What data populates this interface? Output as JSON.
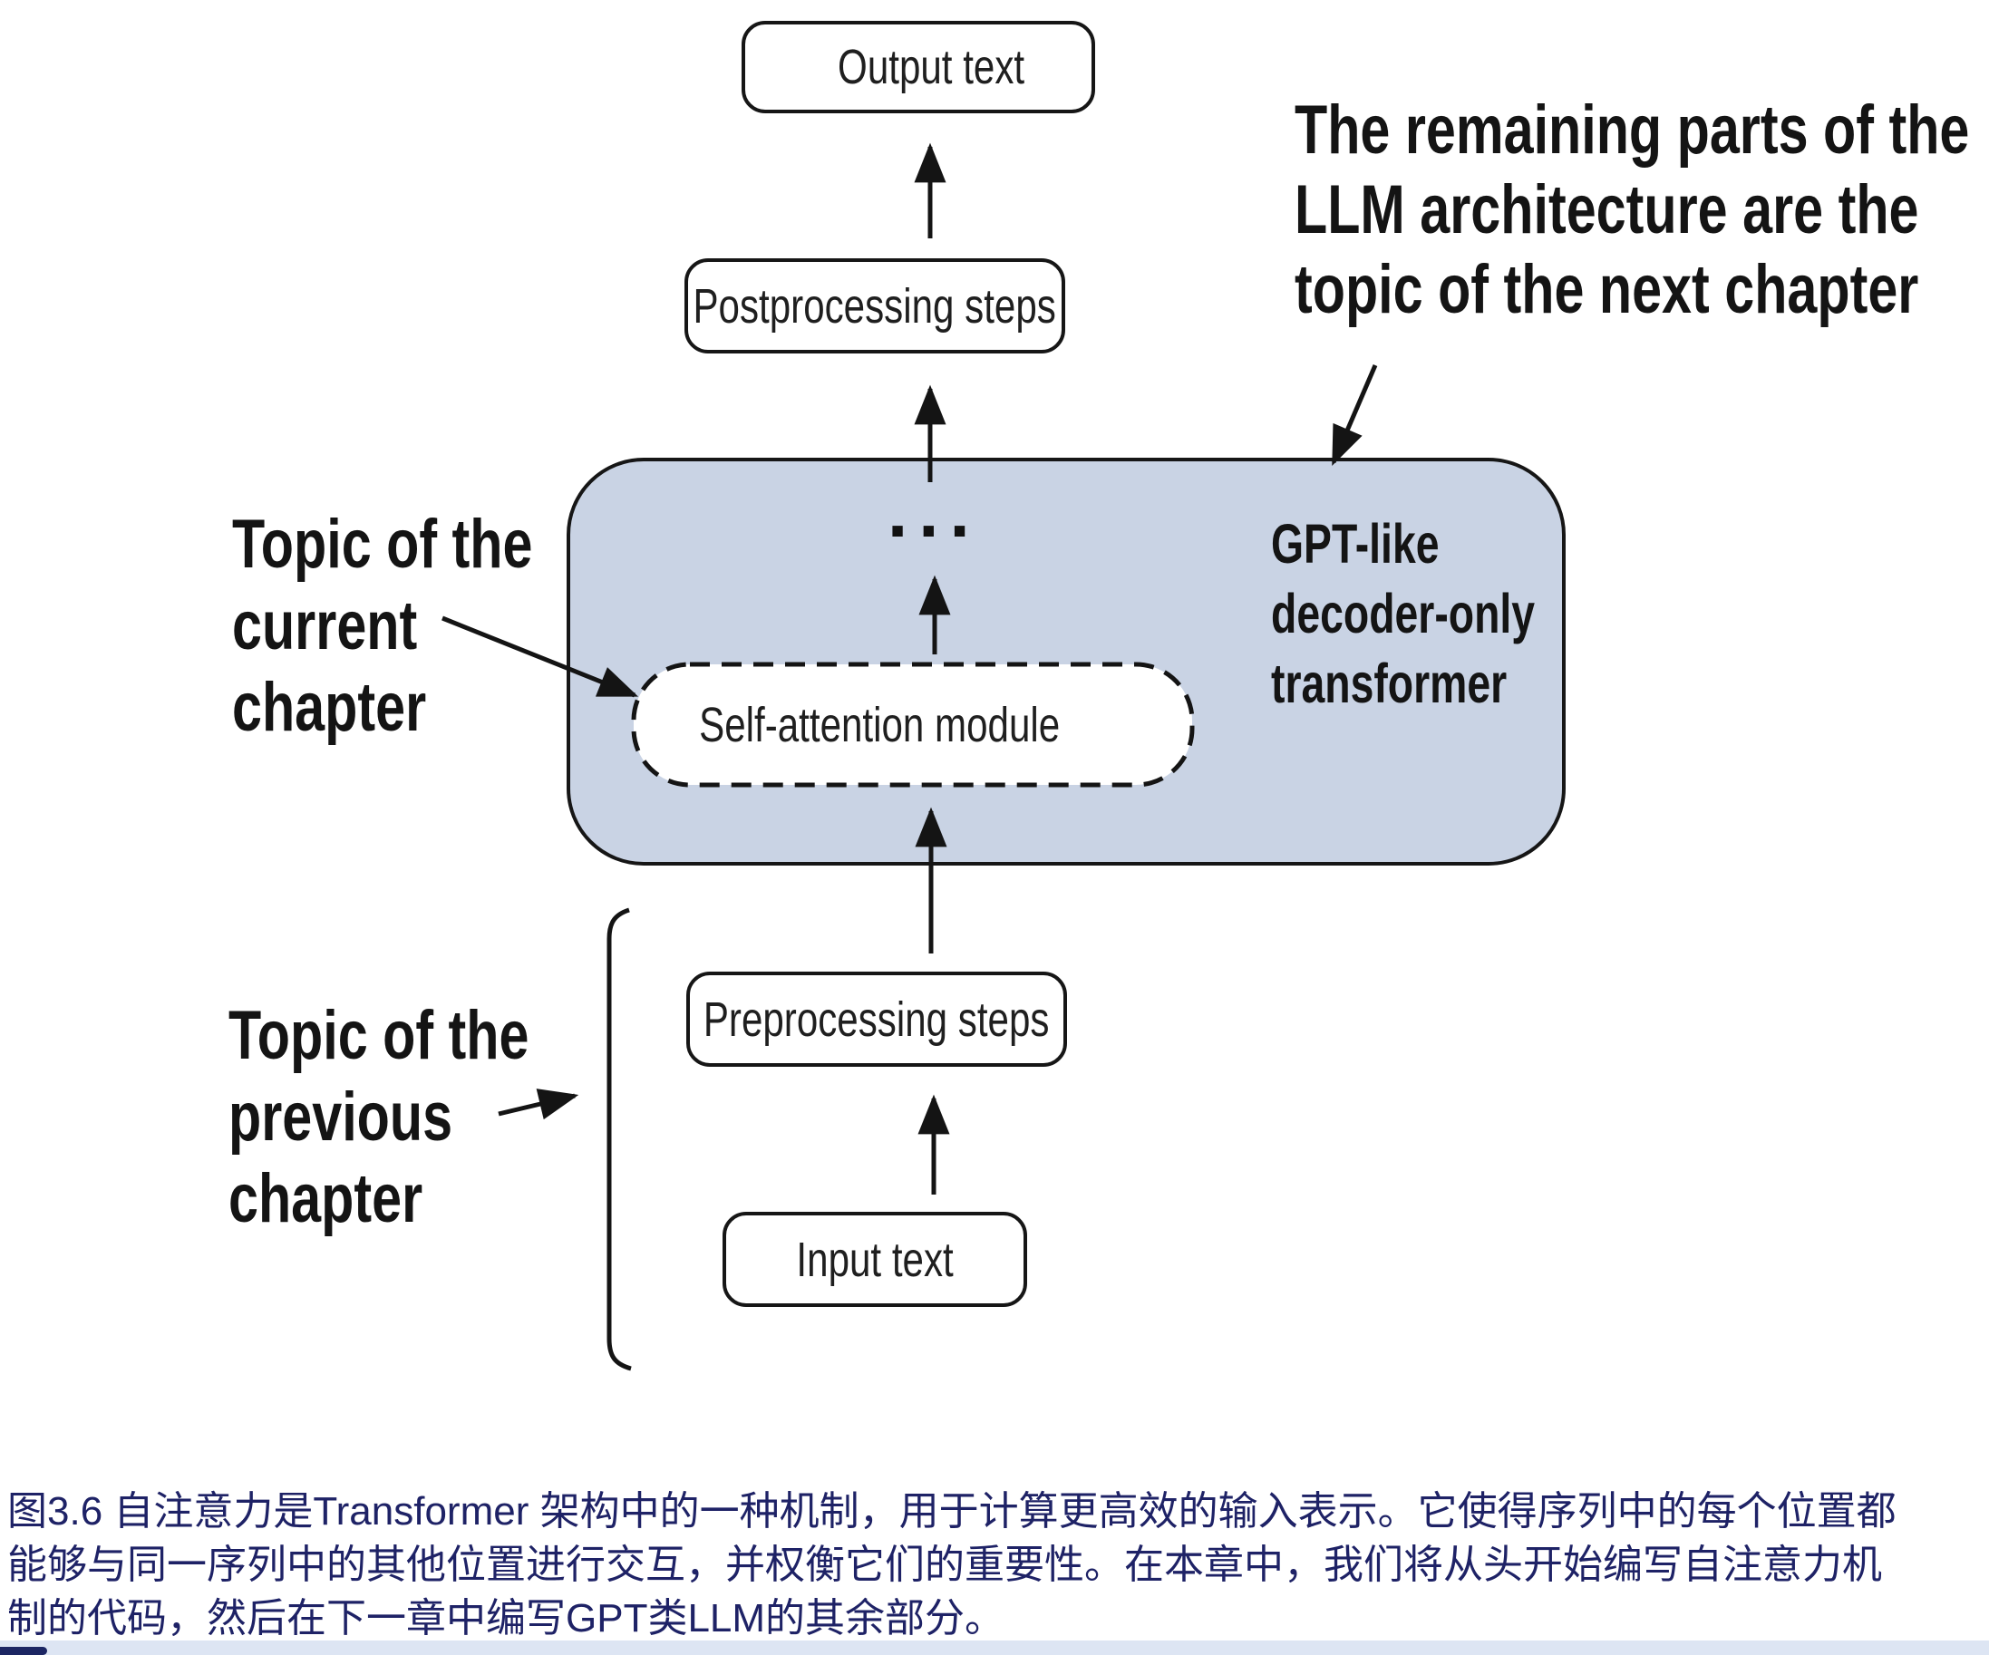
{
  "diagram": {
    "nodes": {
      "output": "Output text",
      "postprocessing": "Postprocessing steps",
      "self_attention": "Self-attention module",
      "preprocessing": "Preprocessing steps",
      "input": "Input text"
    },
    "ellipsis": "...",
    "container_label": {
      "line1": "GPT-like",
      "line2": "decoder-only",
      "line3": "transformer"
    },
    "annotations": {
      "current": {
        "line1": "Topic of the",
        "line2": "current",
        "line3": "chapter"
      },
      "previous": {
        "line1": "Topic of the",
        "line2": "previous",
        "line3": "chapter"
      },
      "remaining": {
        "line1": "The remaining parts of the",
        "line2": "LLM architecture are the",
        "line3": "topic of the next chapter"
      }
    }
  },
  "caption": {
    "line1": "图3.6 自注意力是Transformer 架构中的一种机制，用于计算更高效的输入表示。它使得序列中的每个位置都",
    "line2": "能够与同一序列中的其他位置进行交互，并权衡它们的重要性。在本章中，我们将从头开始编写自注意力机",
    "line3": "制的代码，然后在下一章中编写GPT类LLM的其余部分。"
  },
  "colors": {
    "container_fill": "#c9d3e4",
    "caption_text": "#1e2266",
    "bottom_bar": "#dde5f3",
    "progress": "#1c2663"
  }
}
